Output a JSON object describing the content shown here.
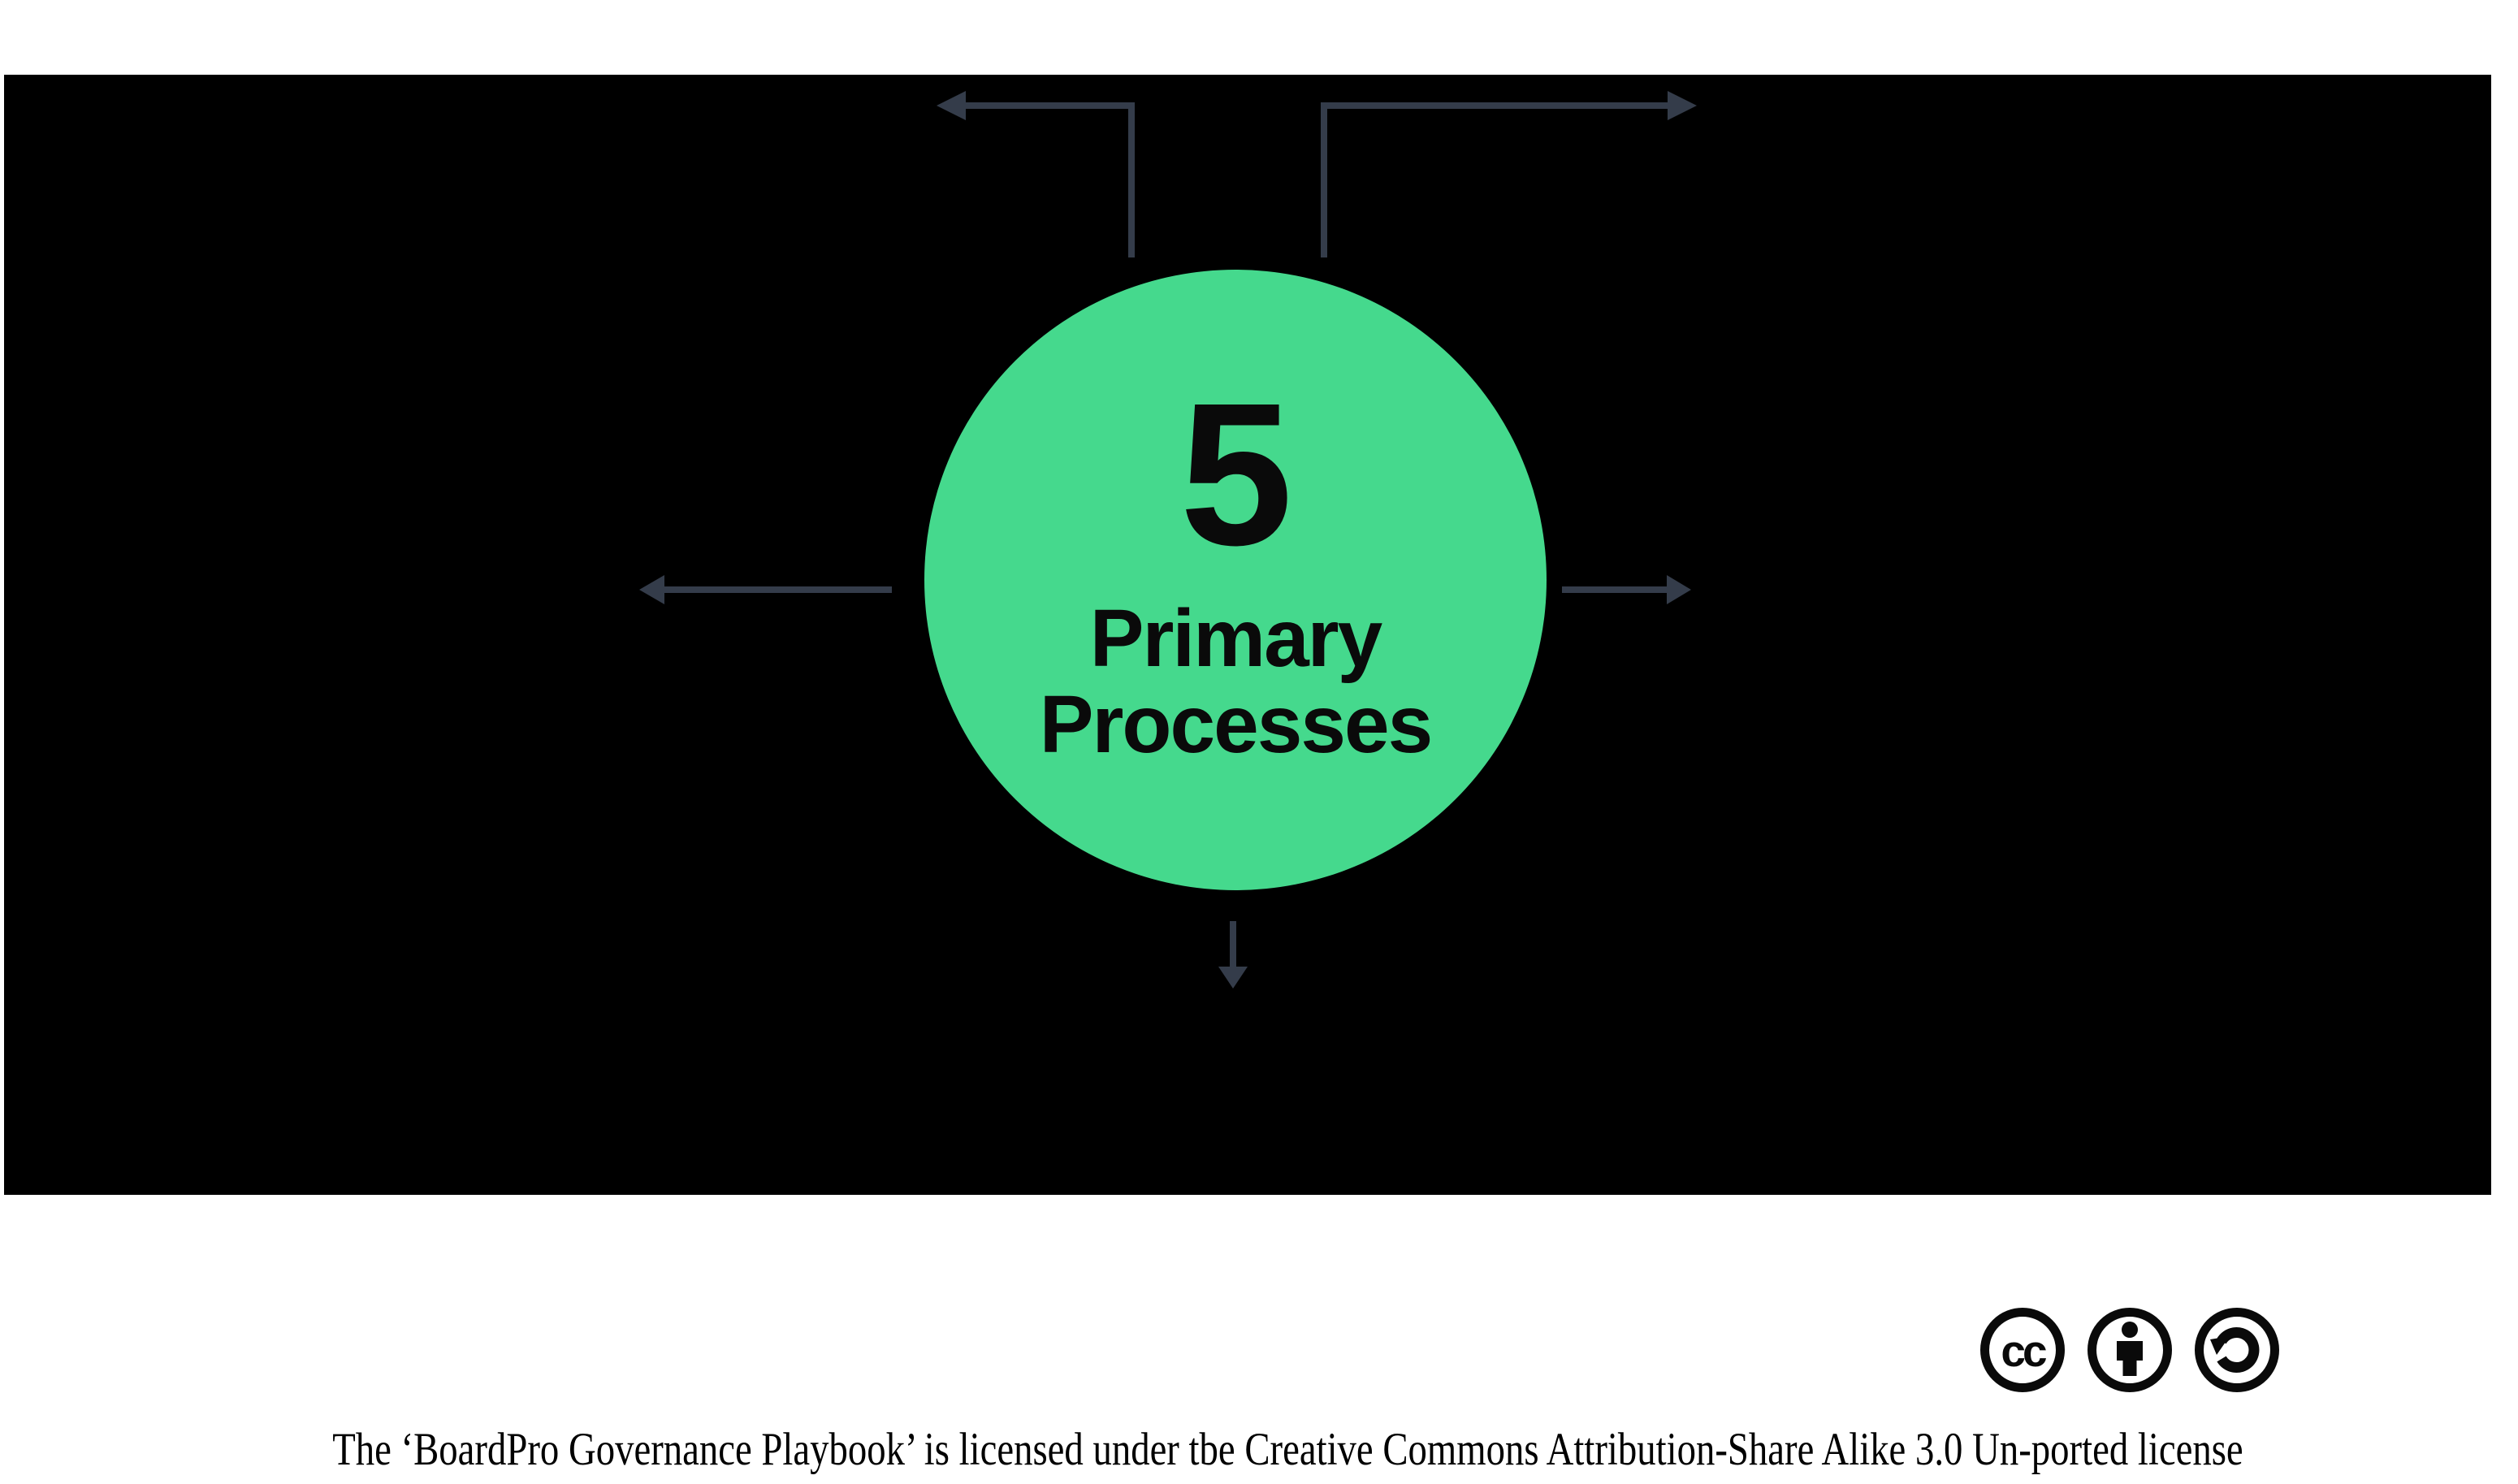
{
  "colors": {
    "page_bg": "#ffffff",
    "panel": "#000000",
    "accent_green": "#45d98d",
    "arrow": "#343c4a",
    "text": "#0a0a0a"
  },
  "diagram": {
    "center_circle": {
      "number": "5",
      "label_line1": "Primary",
      "label_line2": "Processes"
    },
    "arrows": [
      {
        "name": "arrow-top-left",
        "direction": "up-then-left"
      },
      {
        "name": "arrow-top-right",
        "direction": "up-then-right"
      },
      {
        "name": "arrow-left",
        "direction": "left"
      },
      {
        "name": "arrow-right",
        "direction": "right"
      },
      {
        "name": "arrow-down",
        "direction": "down"
      }
    ]
  },
  "footer": {
    "cc_icons": [
      {
        "name": "cc-icon",
        "label": "cc"
      },
      {
        "name": "attribution-icon"
      },
      {
        "name": "share-alike-icon"
      }
    ],
    "license_text": "The ‘BoardPro Governance Playbook’ is licensed under tbe Creative Commons Attribution-Share Alike 3.0 Un-ported license"
  }
}
